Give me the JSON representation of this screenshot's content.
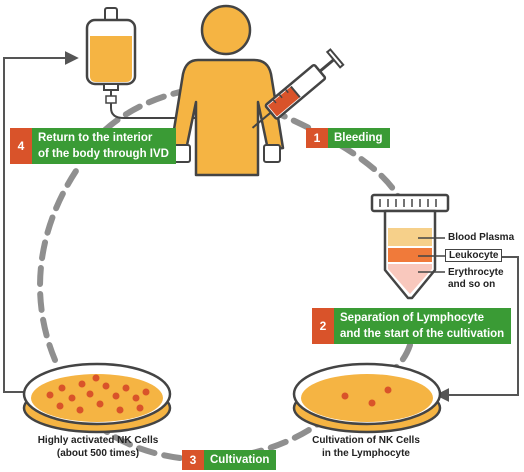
{
  "steps": [
    {
      "num": "1",
      "label": "Bleeding"
    },
    {
      "num": "2",
      "line1": "Separation of Lymphocyte",
      "line2": "and the start of the cultivation"
    },
    {
      "num": "3",
      "label": "Cultivation"
    },
    {
      "num": "4",
      "line1": "Return to the interior",
      "line2": "of the body through IVD"
    }
  ],
  "tube_labels": {
    "plasma": "Blood Plasma",
    "leukocyte": "Leukocyte",
    "erythrocyte_1": "Erythrocyte",
    "erythrocyte_2": "and so on"
  },
  "dish_labels": {
    "left_1": "Highly activated NK Cells",
    "left_2": "(about 500 times)",
    "right_1": "Cultivation of NK Cells",
    "right_2": "in the Lymphocyte"
  },
  "colors": {
    "person": "#f5b443",
    "person_outline": "#444444",
    "step_number": "#d9532a",
    "step_text": "#3a9b35",
    "dashed_path": "#8f8f8f",
    "blood": "#d9532a",
    "plasma": "#f6d08a",
    "leukocyte": "#f07a3a",
    "erythrocyte": "#f9c8bd",
    "dish_fill": "#f5b443"
  },
  "icons": [
    "person-icon",
    "iv-bag-icon",
    "syringe-icon",
    "test-tube-icon",
    "petri-dish-icon"
  ]
}
